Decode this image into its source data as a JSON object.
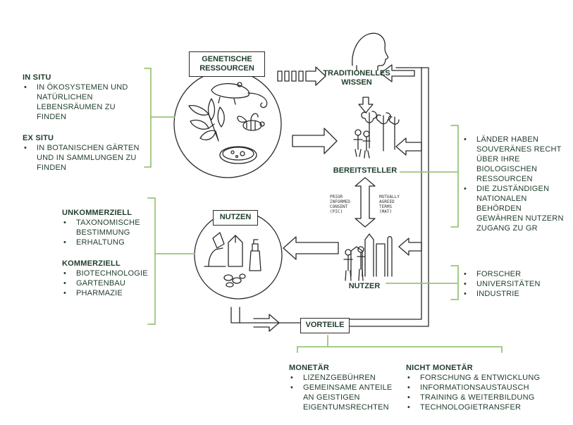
{
  "colors": {
    "bracket": "#9cc47a",
    "text": "#1f3d2b",
    "ink": "#2a2a2a"
  },
  "boxes": {
    "genetic_resources": "GENETISCHE RESSOURCEN",
    "benefits_use": "NUTZEN",
    "advantages": "VORTEILE"
  },
  "nodes": {
    "traditional_knowledge": "TRADITIONELLES WISSEN",
    "provider": "BEREITSTELLER",
    "user": "NUTZER"
  },
  "consent": {
    "pic": [
      "PRIOR",
      "INFORMED",
      "CONSENT",
      "(PIC)"
    ],
    "mat": [
      "MUTUALLY",
      "AGREED",
      "TERMS",
      "(MAT)"
    ]
  },
  "in_situ": {
    "heading": "IN SITU",
    "items": [
      "IN ÖKOSYSTEMEN UND NATÜRLICHEN LEBENSRÄUMEN ZU FINDEN"
    ]
  },
  "ex_situ": {
    "heading": "EX SITU",
    "items": [
      "IN BOTANISCHEN GÄRTEN UND IN SAMMLUNGEN ZU FINDEN"
    ]
  },
  "non_commercial": {
    "heading": "UNKOMMERZIELL",
    "items": [
      "TAXONOMISCHE BESTIMMUNG",
      "ERHALTUNG"
    ]
  },
  "commercial": {
    "heading": "KOMMERZIELL",
    "items": [
      "BIOTECHNOLOGIE",
      "GARTENBAU",
      "PHARMAZIE"
    ]
  },
  "provider_notes": {
    "items": [
      "LÄNDER HABEN SOUVERÄNES RECHT ÜBER IHRE BIOLOGISCHEN RESSOURCEN",
      "DIE ZUSTÄNDIGEN NATIONALEN BEHÖRDEN GEWÄHREN NUTZERN ZUGANG ZU GR"
    ]
  },
  "user_notes": {
    "items": [
      "FORSCHER",
      "UNIVERSITÄTEN",
      "INDUSTRIE"
    ]
  },
  "monetary": {
    "heading": "MONETÄR",
    "items": [
      "LIZENZGEBÜHREN",
      "GEMEINSAME ANTEILE AN GEISTIGEN EIGENTUMSRECHTEN"
    ]
  },
  "non_monetary": {
    "heading": "NICHT MONETÄR",
    "items": [
      "FORSCHUNG & ENTWICKLUNG",
      "INFORMATIONSAUSTAUSCH",
      "TRAINING & WEITERBILDUNG",
      "TECHNOLOGIETRANSFER"
    ]
  },
  "icons": [
    "head-icon",
    "rat-icon",
    "leaves-icon",
    "bee-icon",
    "petri-dish-icon",
    "people-trees-icon",
    "city-people-icon",
    "microscope-icon",
    "carton-icon",
    "spray-bottle-icon",
    "pills-icon"
  ]
}
